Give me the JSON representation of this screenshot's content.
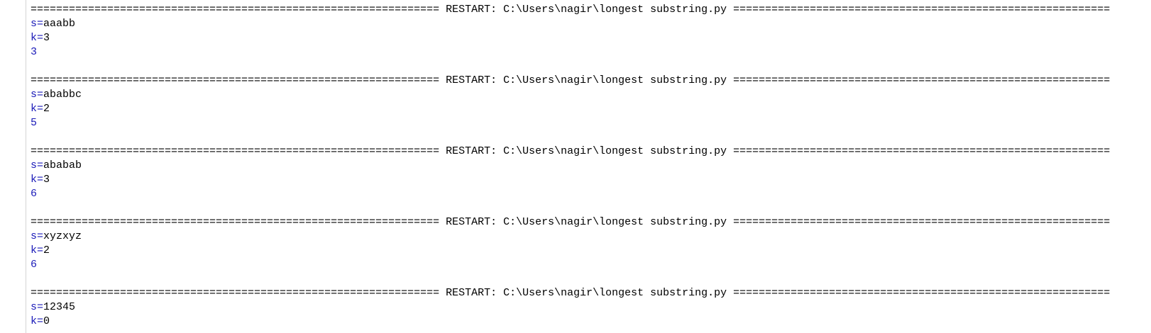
{
  "prompt_symbol": ">>>",
  "restart_line": "================================================================ RESTART: C:\\Users\\nagir\\longest substring.py ===========================================================",
  "runs": [
    {
      "s_prompt": "s=",
      "s_value": "aaabb",
      "k_prompt": "k=",
      "k_value": "3",
      "output": "3"
    },
    {
      "s_prompt": "s=",
      "s_value": "ababbc",
      "k_prompt": "k=",
      "k_value": "2",
      "output": "5"
    },
    {
      "s_prompt": "s=",
      "s_value": "ababab",
      "k_prompt": "k=",
      "k_value": "3",
      "output": "6"
    },
    {
      "s_prompt": "s=",
      "s_value": "xyzxyz",
      "k_prompt": "k=",
      "k_value": "2",
      "output": "6"
    },
    {
      "s_prompt": "s=",
      "s_value": "12345",
      "k_prompt": "k=",
      "k_value": "0",
      "output": ""
    }
  ]
}
